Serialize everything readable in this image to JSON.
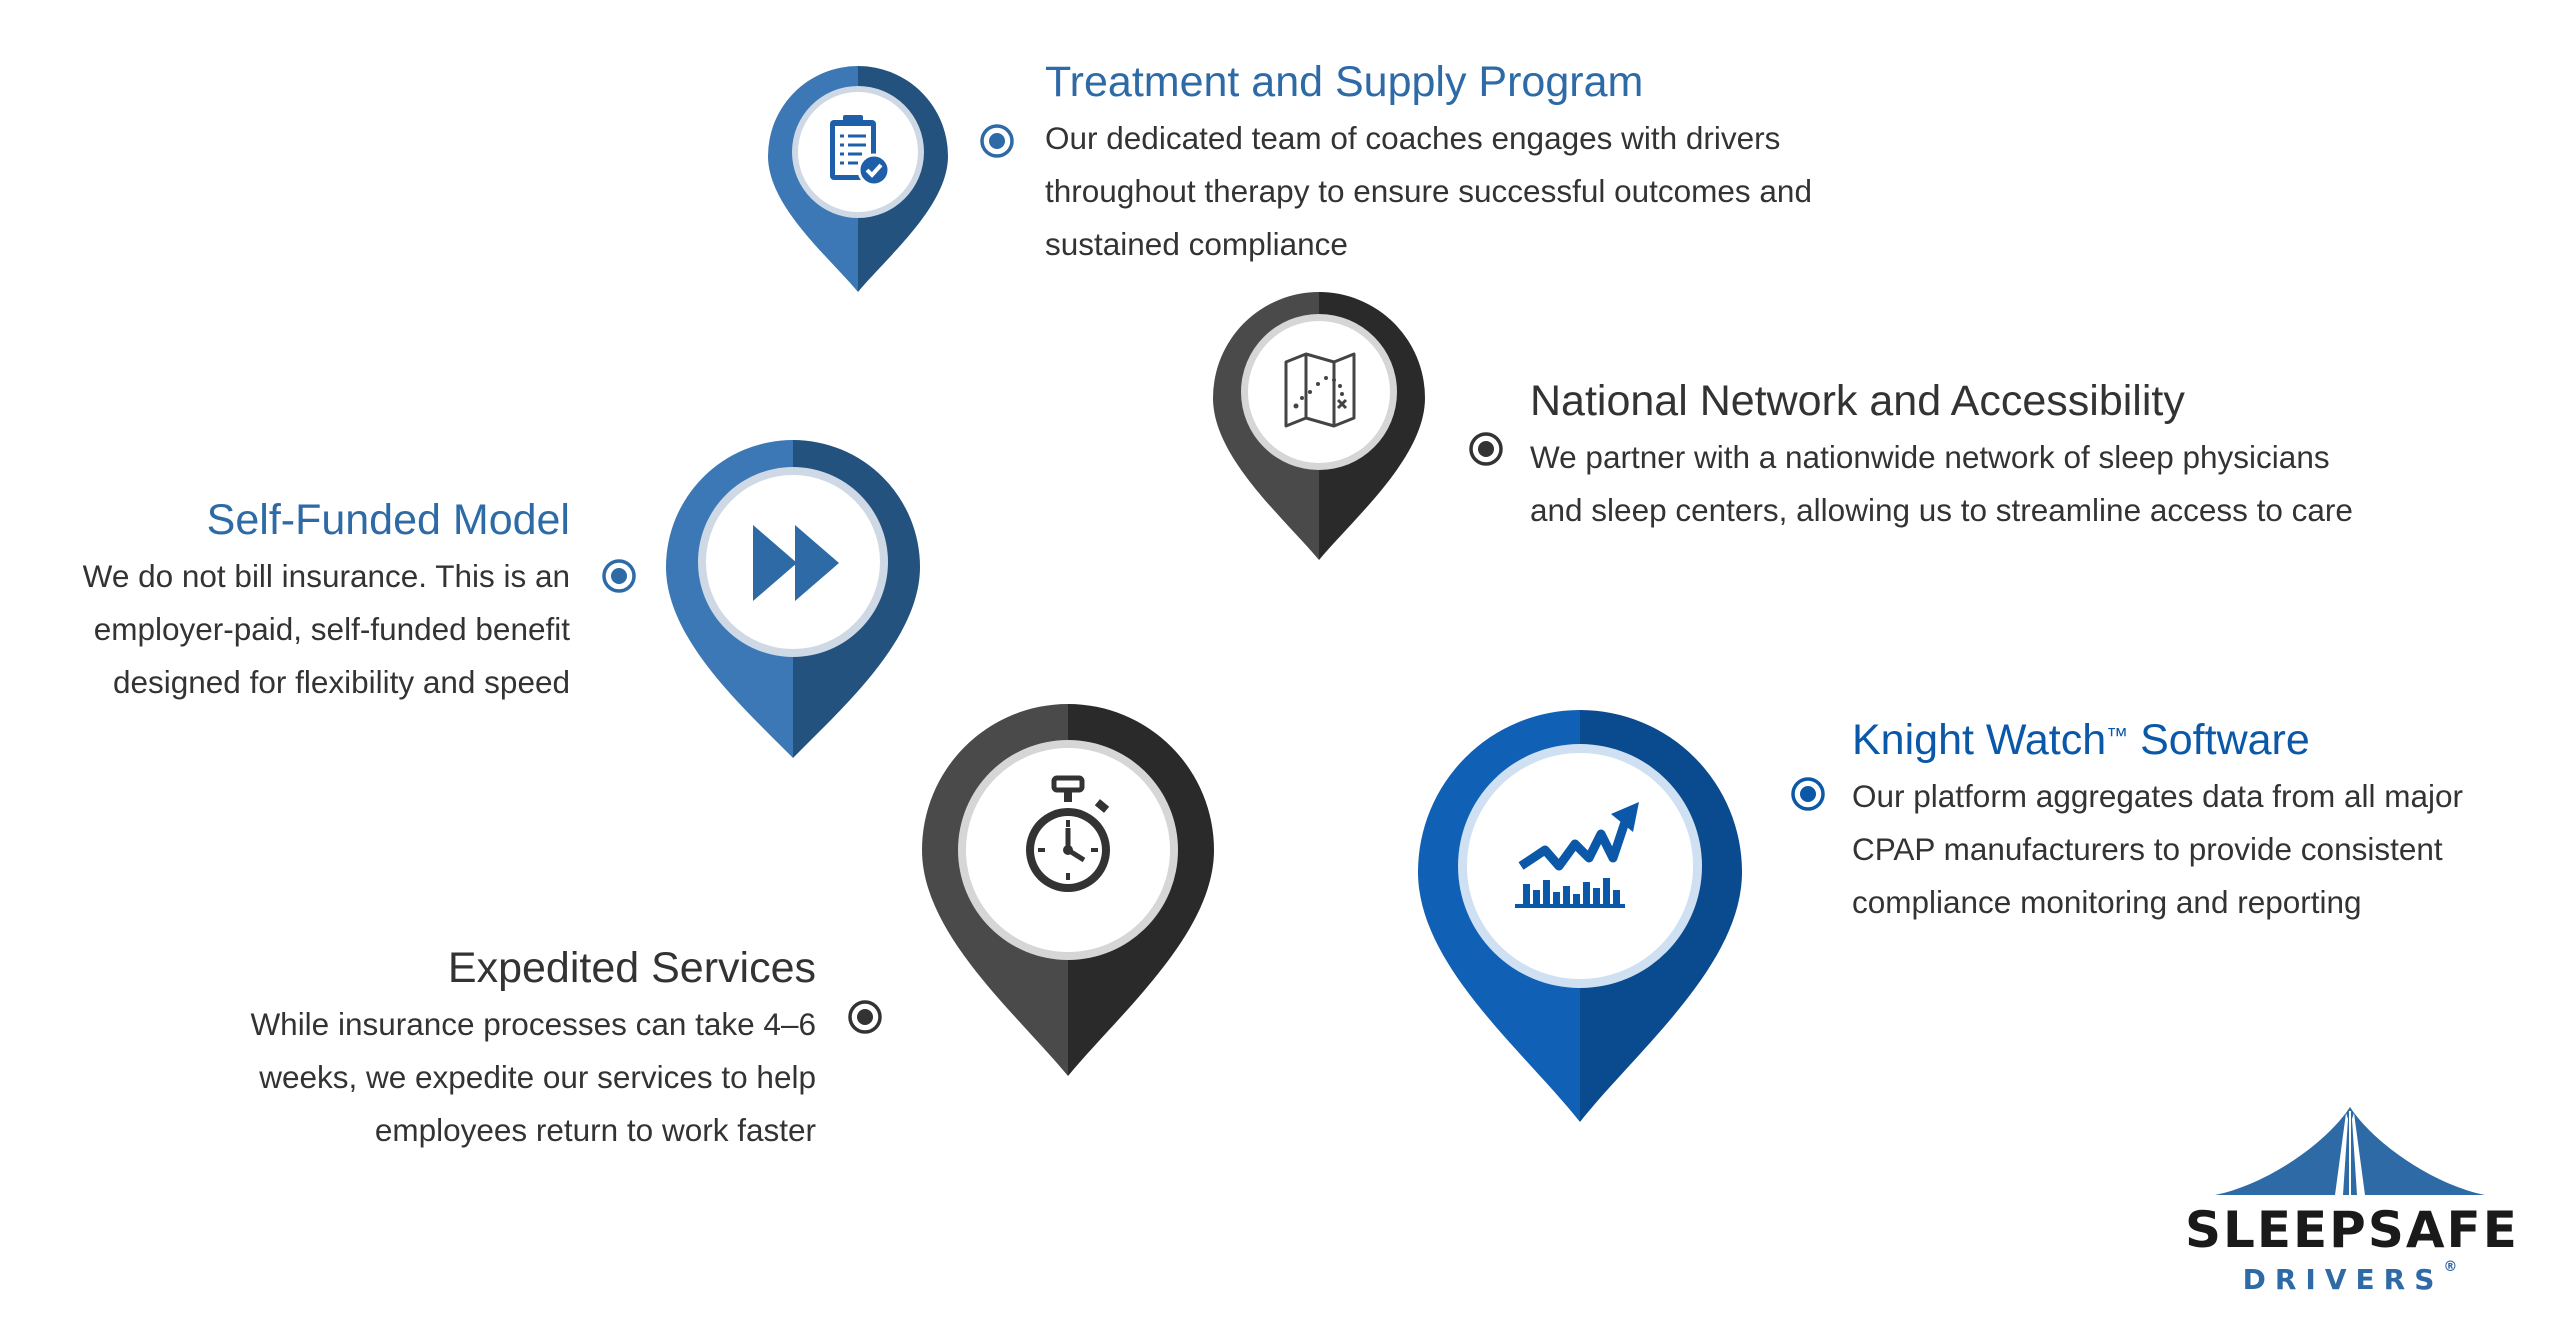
{
  "colors": {
    "blue_light": "#3b78b5",
    "blue_dark": "#23527f",
    "navy_light": "#1060b5",
    "navy_dark": "#0a4a8f",
    "gray_light": "#4a4a4a",
    "gray_dark": "#2a2a2a"
  },
  "sections": {
    "treatment": {
      "title": "Treatment and Supply Program",
      "lines": [
        "Our dedicated team of coaches engages with drivers",
        "throughout therapy to ensure successful outcomes and",
        "sustained compliance"
      ],
      "icon": "clipboard-check-icon"
    },
    "network": {
      "title": "National Network and Accessibility",
      "lines": [
        "We partner with a nationwide network of sleep physicians",
        "and sleep centers, allowing us to streamline access to care"
      ],
      "icon": "map-icon"
    },
    "selffunded": {
      "title": "Self-Funded Model",
      "lines": [
        "We do not bill insurance. This is an",
        "employer-paid, self-funded benefit",
        "designed for flexibility and speed"
      ],
      "icon": "fast-forward-icon"
    },
    "expedited": {
      "title": "Expedited Services",
      "lines": [
        "While insurance processes can take 4–6",
        "weeks, we expedite our services to help",
        "employees return to work faster"
      ],
      "icon": "stopwatch-icon"
    },
    "knightwatch": {
      "title_main": "Knight Watch",
      "title_tm": "™",
      "title_rest": " Software",
      "lines": [
        "Our platform aggregates data from all major",
        "CPAP manufacturers to provide consistent",
        "compliance monitoring and reporting"
      ],
      "icon": "chart-trend-icon"
    }
  },
  "logo": {
    "line1": "SLEEPSAFE",
    "line2": "DRIVERS",
    "registered": "®"
  }
}
